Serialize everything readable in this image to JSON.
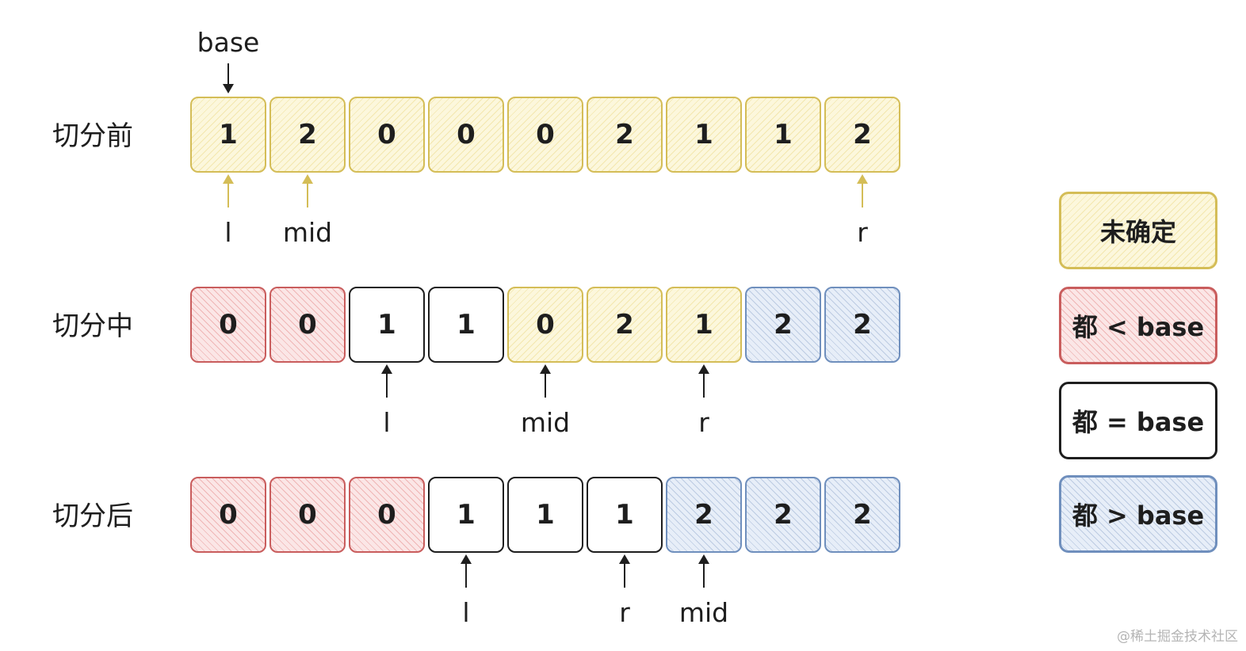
{
  "rows": [
    {
      "label": "切分前",
      "values": [
        "1",
        "2",
        "0",
        "0",
        "0",
        "2",
        "1",
        "1",
        "2"
      ],
      "states": [
        "undecided",
        "undecided",
        "undecided",
        "undecided",
        "undecided",
        "undecided",
        "undecided",
        "undecided",
        "undecided"
      ],
      "top_pointers": [
        {
          "index": 0,
          "label": "base"
        }
      ],
      "bottom_pointers": [
        {
          "index": 0,
          "label": "l",
          "color": "yellow"
        },
        {
          "index": 1,
          "label": "mid",
          "color": "yellow"
        },
        {
          "index": 8,
          "label": "r",
          "color": "yellow"
        }
      ]
    },
    {
      "label": "切分中",
      "values": [
        "0",
        "0",
        "1",
        "1",
        "0",
        "2",
        "1",
        "2",
        "2"
      ],
      "states": [
        "less",
        "less",
        "equal",
        "equal",
        "undecided",
        "undecided",
        "undecided",
        "greater",
        "greater"
      ],
      "top_pointers": [],
      "bottom_pointers": [
        {
          "index": 2,
          "label": "l",
          "color": "black"
        },
        {
          "index": 4,
          "label": "mid",
          "color": "black"
        },
        {
          "index": 6,
          "label": "r",
          "color": "black"
        }
      ]
    },
    {
      "label": "切分后",
      "values": [
        "0",
        "0",
        "0",
        "1",
        "1",
        "1",
        "2",
        "2",
        "2"
      ],
      "states": [
        "less",
        "less",
        "less",
        "equal",
        "equal",
        "equal",
        "greater",
        "greater",
        "greater"
      ],
      "top_pointers": [],
      "bottom_pointers": [
        {
          "index": 3,
          "label": "l",
          "color": "black"
        },
        {
          "index": 5,
          "label": "r",
          "color": "black"
        },
        {
          "index": 6,
          "label": "mid",
          "color": "black"
        }
      ]
    }
  ],
  "legend": [
    {
      "state": "undecided",
      "label": "未确定"
    },
    {
      "state": "less",
      "label": "都 < base"
    },
    {
      "state": "equal",
      "label": "都 = base"
    },
    {
      "state": "greater",
      "label": "都 > base"
    }
  ],
  "colors": {
    "undecided": "#d4bd57",
    "less": "#c95d5d",
    "equal": "#1e1e1e",
    "greater": "#6f8fbd"
  },
  "watermark": "@稀土掘金技术社区"
}
